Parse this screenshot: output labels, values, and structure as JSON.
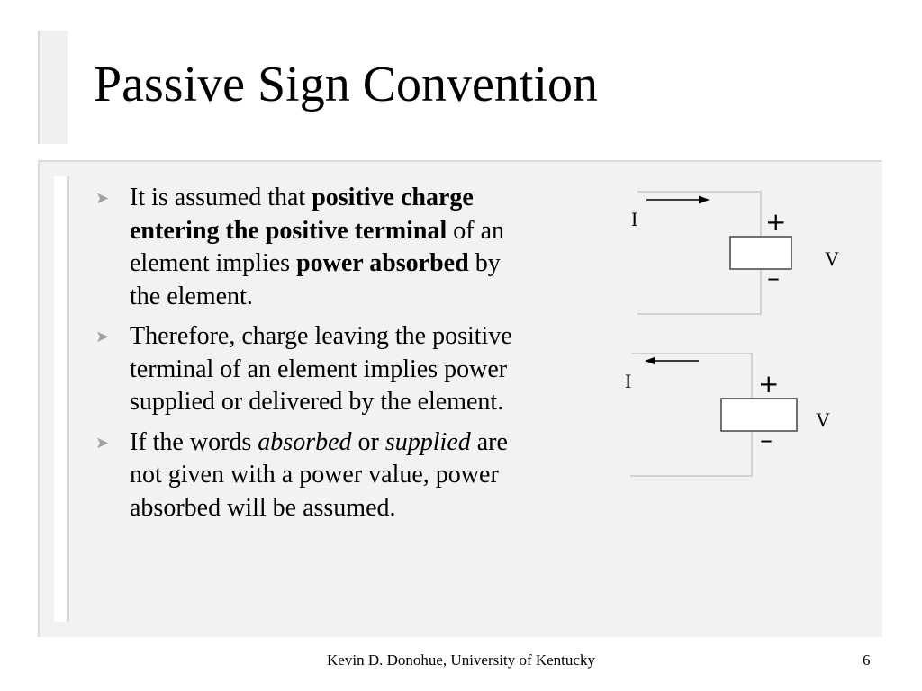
{
  "slide": {
    "title": "Passive Sign Convention",
    "footer": "Kevin D. Donohue, University of Kentucky",
    "page_number": "6"
  },
  "bullets": [
    {
      "runs": [
        {
          "text": "It is assumed that ",
          "style": "normal"
        },
        {
          "text": "positive charge entering the positive terminal",
          "style": "bold"
        },
        {
          "text": " of an element implies ",
          "style": "normal"
        },
        {
          "text": "power absorbed",
          "style": "bold"
        },
        {
          "text": " by the element.",
          "style": "normal"
        }
      ]
    },
    {
      "runs": [
        {
          "text": "Therefore, charge leaving the positive terminal of an element implies power supplied or delivered by the element.",
          "style": "normal"
        }
      ]
    },
    {
      "runs": [
        {
          "text": "If the words ",
          "style": "normal"
        },
        {
          "text": "absorbed",
          "style": "italic"
        },
        {
          "text": " or ",
          "style": "normal"
        },
        {
          "text": "supplied",
          "style": "italic"
        },
        {
          "text": " are not given with a power value, power absorbed will be assumed.",
          "style": "normal"
        }
      ]
    }
  ],
  "diagrams": [
    {
      "current_label": "I",
      "voltage_label": "V",
      "plus": "+",
      "minus": "–",
      "current_direction": "entering"
    },
    {
      "current_label": "I",
      "voltage_label": "V",
      "plus": "+",
      "minus": "–",
      "current_direction": "leaving"
    }
  ],
  "colors": {
    "panel": "#f2f2f2",
    "accent_bar": "#d9d9d9",
    "bullet": "#a0a0a0"
  },
  "icons": {
    "bullet": "arrowhead-bullet-icon"
  }
}
